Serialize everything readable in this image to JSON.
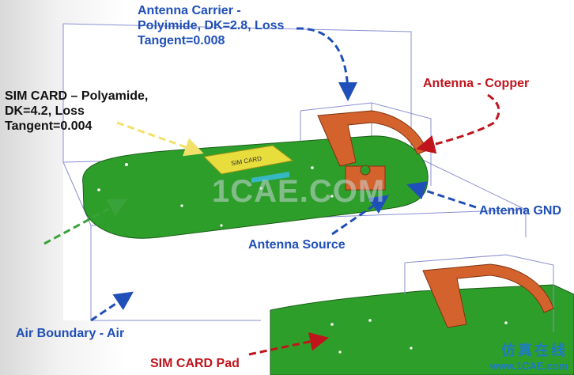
{
  "labels": {
    "antenna_carrier": "Antenna Carrier -\nPolyimide,  DK=2.8, Loss\nTangent=0.008",
    "sim_card_material": "SIM CARD – Polyamide,\nDK=4.2, Loss\nTangent=0.004",
    "antenna_copper": "Antenna - Copper",
    "antenna_gnd": "Antenna GND",
    "antenna_source": "Antenna Source",
    "air_boundary": "Air Boundary - Air",
    "sim_card_pad": "SIM CARD Pad",
    "sim_card_print": "SIM CARD"
  },
  "watermark": "1CAE.COM",
  "site_logo": {
    "name": "仿真在线",
    "url": "www.1CAE.com"
  },
  "colors": {
    "blue_label": "#1f4fb8",
    "red_label": "#c0141d",
    "board_green": "#2e9e2a",
    "antenna_copper": "#d4622c",
    "sim_card_yellow": "#e7dd3c",
    "boundary_lines": "#8a8fd0"
  }
}
